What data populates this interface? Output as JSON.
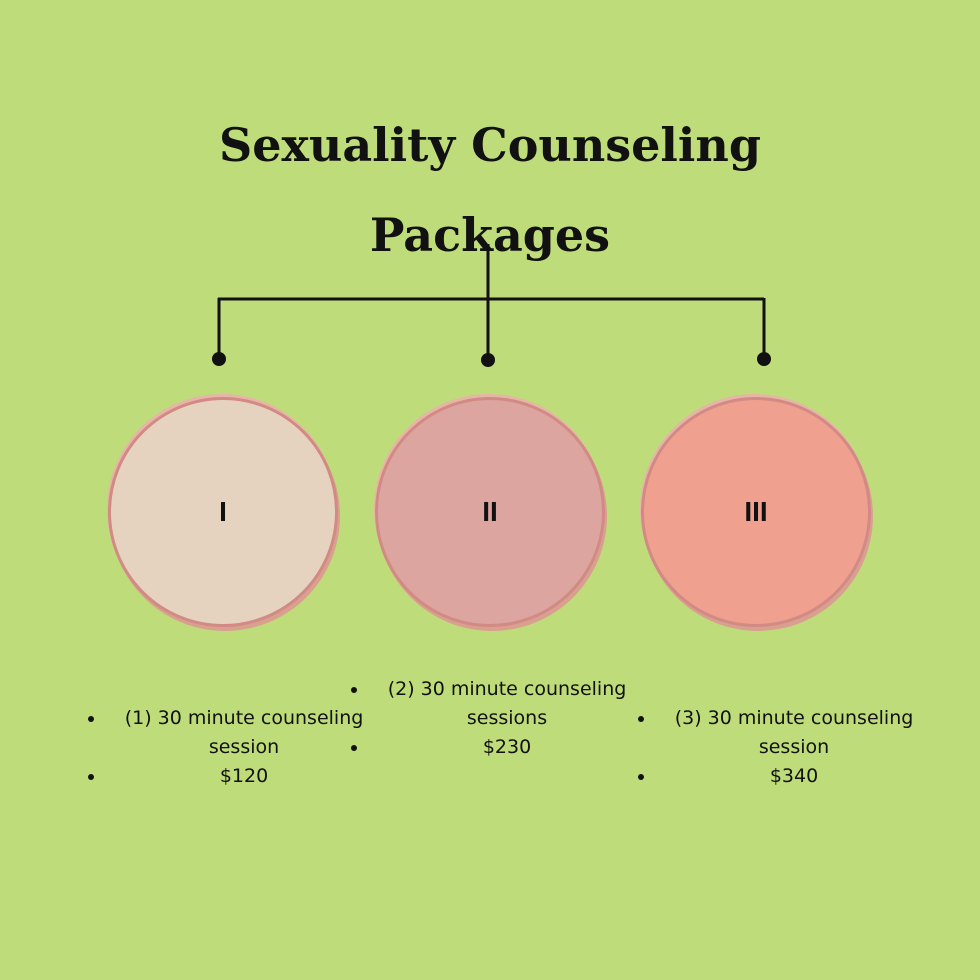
{
  "title": {
    "line1": "Sexuality Counseling",
    "line2": "Packages"
  },
  "colors": {
    "background": "#bfdc7a",
    "circle_1": "#e6d3bf",
    "circle_2": "#dca5a0",
    "circle_3": "#f0a08f",
    "circle_border": "#d28a85"
  },
  "packages": [
    {
      "numeral": "I",
      "items": [
        "(1) 30 minute counseling session",
        "$120"
      ]
    },
    {
      "numeral": "II",
      "items": [
        "(2) 30 minute counseling sessions",
        "$230"
      ]
    },
    {
      "numeral": "III",
      "items": [
        "(3) 30 minute counseling session",
        "$340"
      ]
    }
  ]
}
